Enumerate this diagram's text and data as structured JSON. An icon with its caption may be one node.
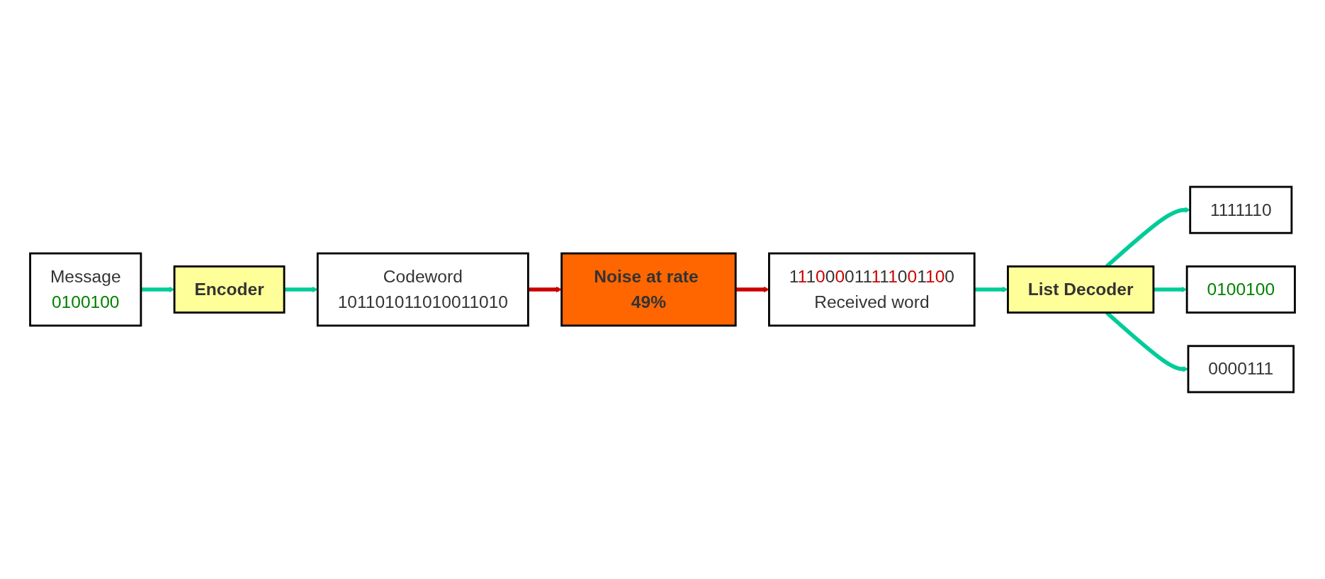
{
  "diagram": {
    "nodes": [
      {
        "text": [
          "Message",
          "0100100"
        ]
      },
      {
        "text": [
          "Encoder"
        ]
      },
      {
        "text": [
          "Codeword",
          "101101011010011010"
        ]
      },
      {
        "text": [
          "Noise at rate 49%"
        ]
      },
      {
        "text": [
          "111000011111001100",
          "Received word"
        ]
      },
      {
        "text": [
          "List Decoder"
        ]
      },
      {
        "text": [
          "1111110"
        ]
      },
      {
        "text": [
          "0100100"
        ]
      },
      {
        "text": [
          "0000111"
        ]
      }
    ],
    "edges": [
      {
        "from": 0,
        "to": 1,
        "arrow": "to"
      },
      {
        "from": 1,
        "to": 2,
        "arrow": "to"
      },
      {
        "from": 2,
        "to": 3,
        "arrow": "to",
        "color": "#cc0000"
      },
      {
        "from": 3,
        "to": 4,
        "arrow": "to",
        "color": "#cc0000"
      },
      {
        "from": 4,
        "to": 5,
        "arrow": "to"
      },
      {
        "from": 5,
        "to": 6,
        "arrow": "to"
      },
      {
        "from": 5,
        "to": 7,
        "arrow": "to"
      },
      {
        "from": 5,
        "to": 8,
        "arrow": "to"
      }
    ]
  }
}
